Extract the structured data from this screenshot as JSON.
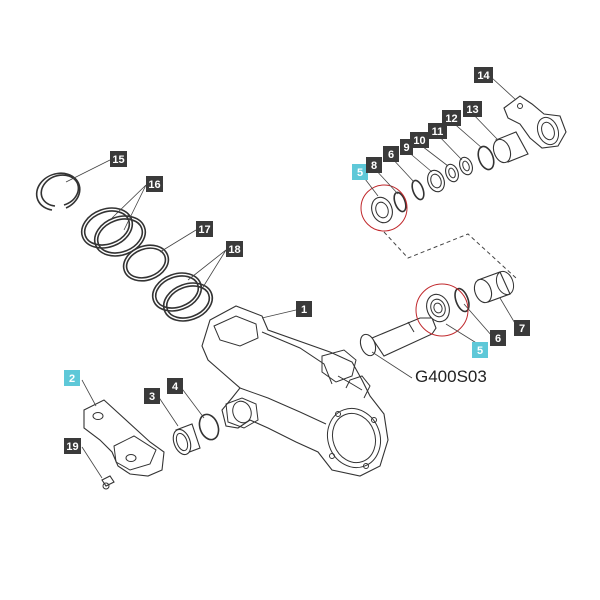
{
  "diagram": {
    "code": "G400S03",
    "labels": [
      {
        "id": "l1",
        "text": "1",
        "style": "dark"
      },
      {
        "id": "l2",
        "text": "2",
        "style": "cyan"
      },
      {
        "id": "l3",
        "text": "3",
        "style": "dark"
      },
      {
        "id": "l4",
        "text": "4",
        "style": "dark"
      },
      {
        "id": "l5a",
        "text": "5",
        "style": "cyan"
      },
      {
        "id": "l5b",
        "text": "5",
        "style": "cyan"
      },
      {
        "id": "l6a",
        "text": "6",
        "style": "dark"
      },
      {
        "id": "l6b",
        "text": "6",
        "style": "dark"
      },
      {
        "id": "l7",
        "text": "7",
        "style": "dark"
      },
      {
        "id": "l8",
        "text": "8",
        "style": "dark"
      },
      {
        "id": "l9",
        "text": "9",
        "style": "dark"
      },
      {
        "id": "l10",
        "text": "10",
        "style": "dark"
      },
      {
        "id": "l11",
        "text": "11",
        "style": "dark"
      },
      {
        "id": "l12",
        "text": "12",
        "style": "dark"
      },
      {
        "id": "l13",
        "text": "13",
        "style": "dark"
      },
      {
        "id": "l14",
        "text": "14",
        "style": "dark"
      },
      {
        "id": "l15",
        "text": "15",
        "style": "dark"
      },
      {
        "id": "l16",
        "text": "16",
        "style": "dark"
      },
      {
        "id": "l17",
        "text": "17",
        "style": "dark"
      },
      {
        "id": "l18",
        "text": "18",
        "style": "dark"
      },
      {
        "id": "l19",
        "text": "19",
        "style": "dark"
      }
    ]
  },
  "colors": {
    "label_dark": "#3a3a3a",
    "label_cyan": "#5ec8d8",
    "highlight": "#c0282c"
  }
}
